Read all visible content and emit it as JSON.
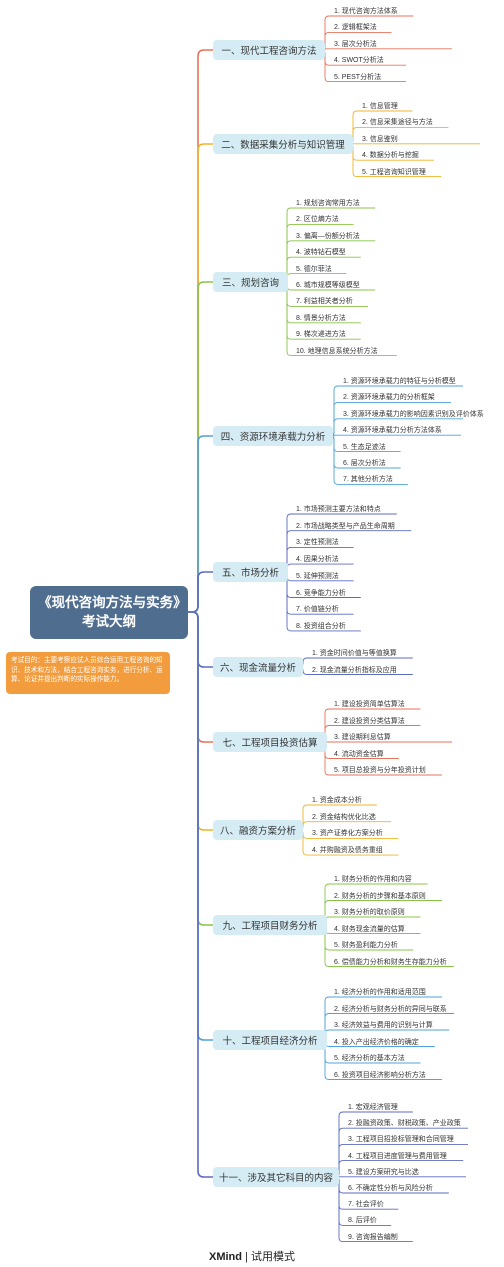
{
  "root": {
    "title": "《现代咨询方法与实务》考试大纲"
  },
  "note": {
    "text": "考试目的：主要考察应试人员综合运用工程咨询的知识、技术和方法，结合工程咨询实务，进行分析、运算、论证并提出判断的实际操作能力。"
  },
  "topics": [
    {
      "label": "一、现代工程咨询方法",
      "color": "#e8735a",
      "items": [
        "1. 现代咨询方法体系",
        "2. 逻辑框架法",
        "3. 层次分析法",
        "4. SWOT分析法",
        "5. PEST分析法"
      ]
    },
    {
      "label": "二、数据采集分析与知识管理",
      "color": "#f0b429",
      "items": [
        "1. 信息管理",
        "2. 信息采集途径与方法",
        "3. 信息鉴别",
        "4. 数据分析与挖掘",
        "5. 工程咨询知识管理"
      ]
    },
    {
      "label": "三、规划咨询",
      "color": "#8bc34a",
      "items": [
        "1. 规划咨询常用方法",
        "2. 区位熵方法",
        "3. 偏离—份额分析法",
        "4. 波特钻石模型",
        "5. 德尔菲法",
        "6. 城市规模等级模型",
        "7. 利益相关者分析",
        "8. 情景分析方法",
        "9. 梯次递进方法",
        "10. 地理信息系统分析方法"
      ]
    },
    {
      "label": "四、资源环境承载力分析",
      "color": "#4fa3d9",
      "items": [
        "1. 资源环境承载力的特征与分析模型",
        "2. 资源环境承载力的分析框架",
        "3. 资源环境承载力的影响因素识别及评价体系",
        "4. 资源环境承载力分析方法体系",
        "5. 生态足迹法",
        "6. 层次分析法",
        "7. 其他分析方法"
      ]
    },
    {
      "label": "五、市场分析",
      "color": "#5c6bc0",
      "items": [
        "1. 市场预测主要方法和特点",
        "2. 市场战略类型与产品生命周期",
        "3. 定性预测法",
        "4. 因果分析法",
        "5. 延伸预测法",
        "6. 竞争能力分析",
        "7. 价值链分析",
        "8. 投资组合分析"
      ]
    },
    {
      "label": "六、现金流量分析",
      "color": "#5c6bc0",
      "items": [
        "1. 资金时间价值与等值换算",
        "2. 现金流量分析指标及应用"
      ]
    },
    {
      "label": "七、工程项目投资估算",
      "color": "#e8735a",
      "items": [
        "1. 建设投资简单估算法",
        "2. 建设投资分类估算法",
        "3. 建设期利息估算",
        "4. 流动资金估算",
        "5. 项目总投资与分年投资计划"
      ]
    },
    {
      "label": "八、融资方案分析",
      "color": "#f0b429",
      "items": [
        "1. 资金成本分析",
        "2. 资金结构优化比选",
        "3. 资产证券化方案分析",
        "4. 并购融资及债务重组"
      ]
    },
    {
      "label": "九、工程项目财务分析",
      "color": "#8bc34a",
      "items": [
        "1. 财务分析的作用和内容",
        "2. 财务分析的步骤和基本原则",
        "3. 财务分析的取价原则",
        "4. 财务现金流量的估算",
        "5. 财务盈利能力分析",
        "6. 偿债能力分析和财务生存能力分析"
      ]
    },
    {
      "label": "十、工程项目经济分析",
      "color": "#4fa3d9",
      "items": [
        "1. 经济分析的作用和适用范围",
        "2. 经济分析与财务分析的异同与联系",
        "3. 经济效益与费用的识别与计算",
        "4. 投入产出经济价格的确定",
        "5. 经济分析的基本方法",
        "6. 投资项目经济影响分析方法"
      ]
    },
    {
      "label": "十一、涉及其它科目的内容",
      "color": "#5c6bc0",
      "items": [
        "1. 宏观经济管理",
        "2. 投融资政策、财税政策、产业政策",
        "3. 工程项目招投标管理和合同管理",
        "4. 工程项目进度管理与费用管理",
        "5. 建设方案研究与比选",
        "6. 不确定性分析与风险分析",
        "7. 社会评价",
        "8. 后评价",
        "9. 咨询报告编制"
      ]
    }
  ],
  "watermark": {
    "brand": "XMind",
    "mode": "试用模式"
  }
}
